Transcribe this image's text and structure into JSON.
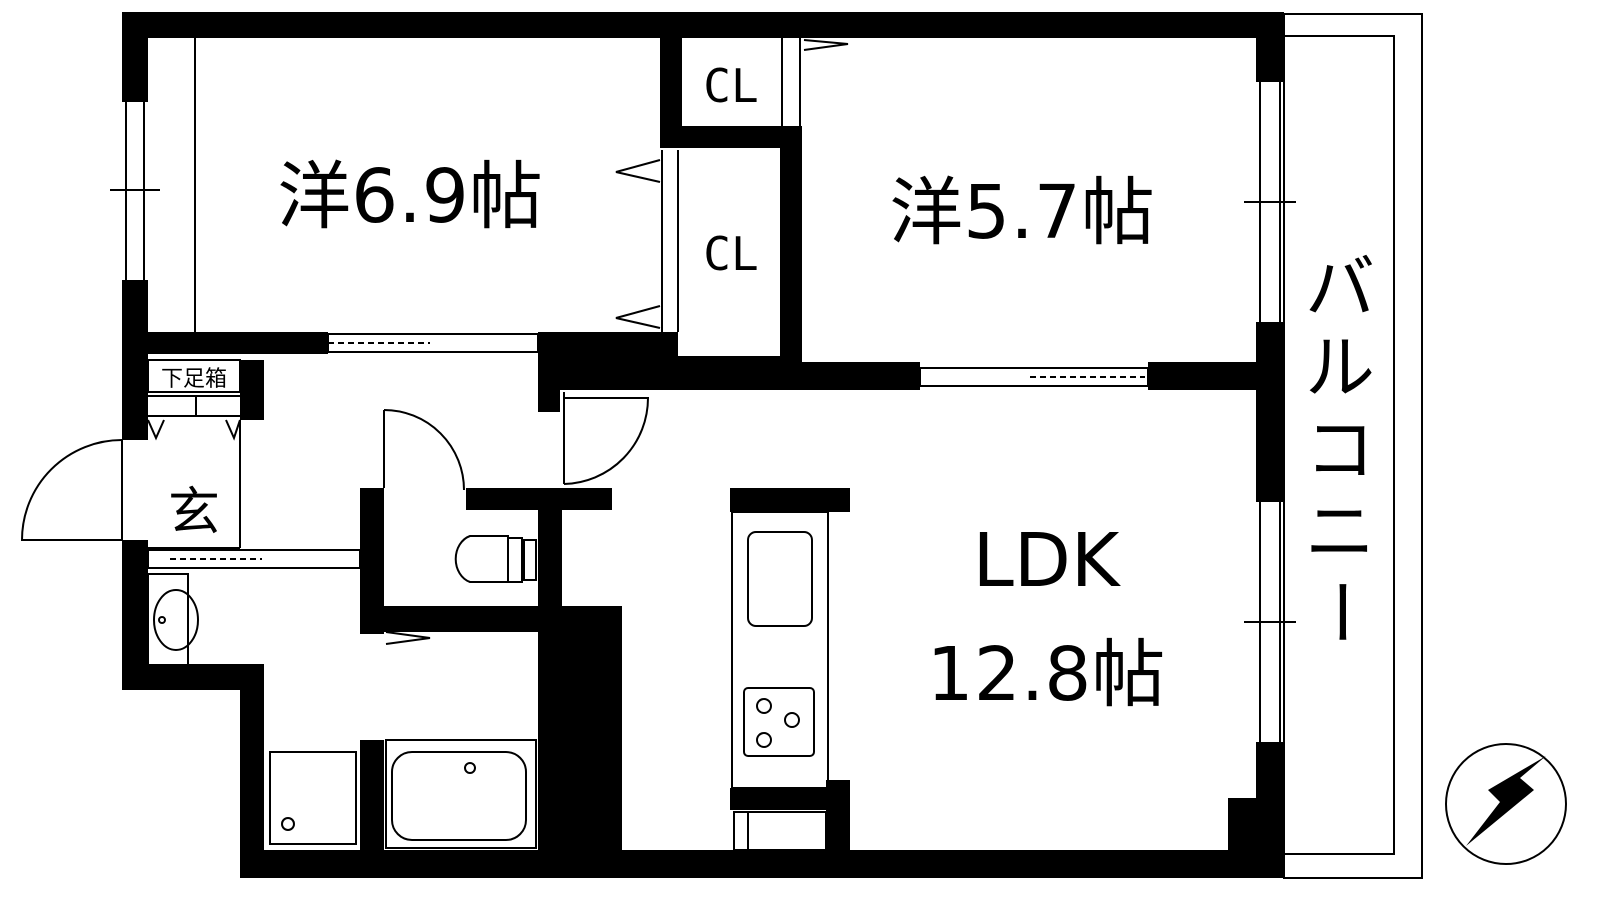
{
  "rooms": {
    "western_large": "洋6.9帖",
    "western_small": "洋5.7帖",
    "closet_top": "CL",
    "closet_mid": "CL",
    "ldk_name": "LDK",
    "ldk_size": "12.8帖",
    "shoe_box": "下足箱",
    "entrance": "玄",
    "balcony": [
      "バ",
      "ル",
      "コ",
      "ニ",
      "ー"
    ]
  },
  "icons": [
    "north-arrow-icon",
    "sink-icon",
    "stove-icon",
    "toilet-icon",
    "bathtub-icon",
    "washbasin-icon",
    "washer-icon"
  ],
  "colors": {
    "wall": "#000000",
    "background": "#ffffff"
  }
}
